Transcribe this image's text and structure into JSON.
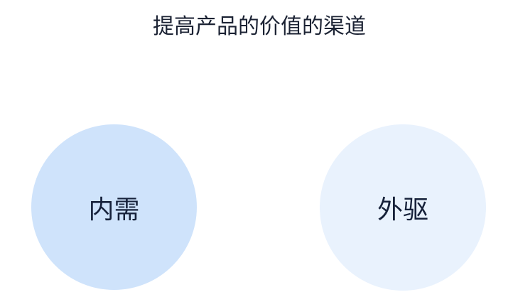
{
  "title": "提高产品的价值的渠道",
  "nodes": [
    {
      "label": "内需",
      "color": "#cfe3fb"
    },
    {
      "label": "外驱",
      "color": "#e9f2fd"
    }
  ]
}
